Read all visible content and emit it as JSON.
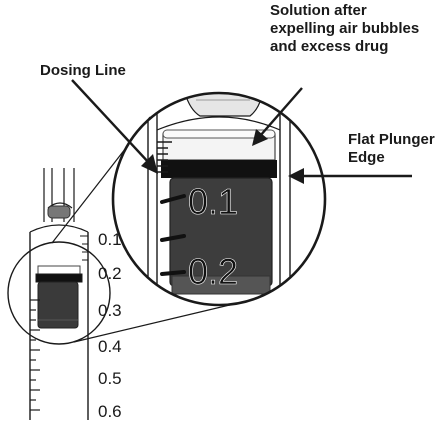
{
  "callouts": {
    "solution": [
      "Solution after",
      "expelling air bubbles",
      "and excess drug"
    ],
    "dosing_line": "Dosing Line",
    "flat_plunger": [
      "Flat Plunger",
      "Edge"
    ]
  },
  "syringe_scale": [
    "0.1",
    "0.2",
    "0.3",
    "0.4",
    "0.5",
    "0.6"
  ],
  "zoom_scale": [
    "0.1",
    "0.2"
  ]
}
